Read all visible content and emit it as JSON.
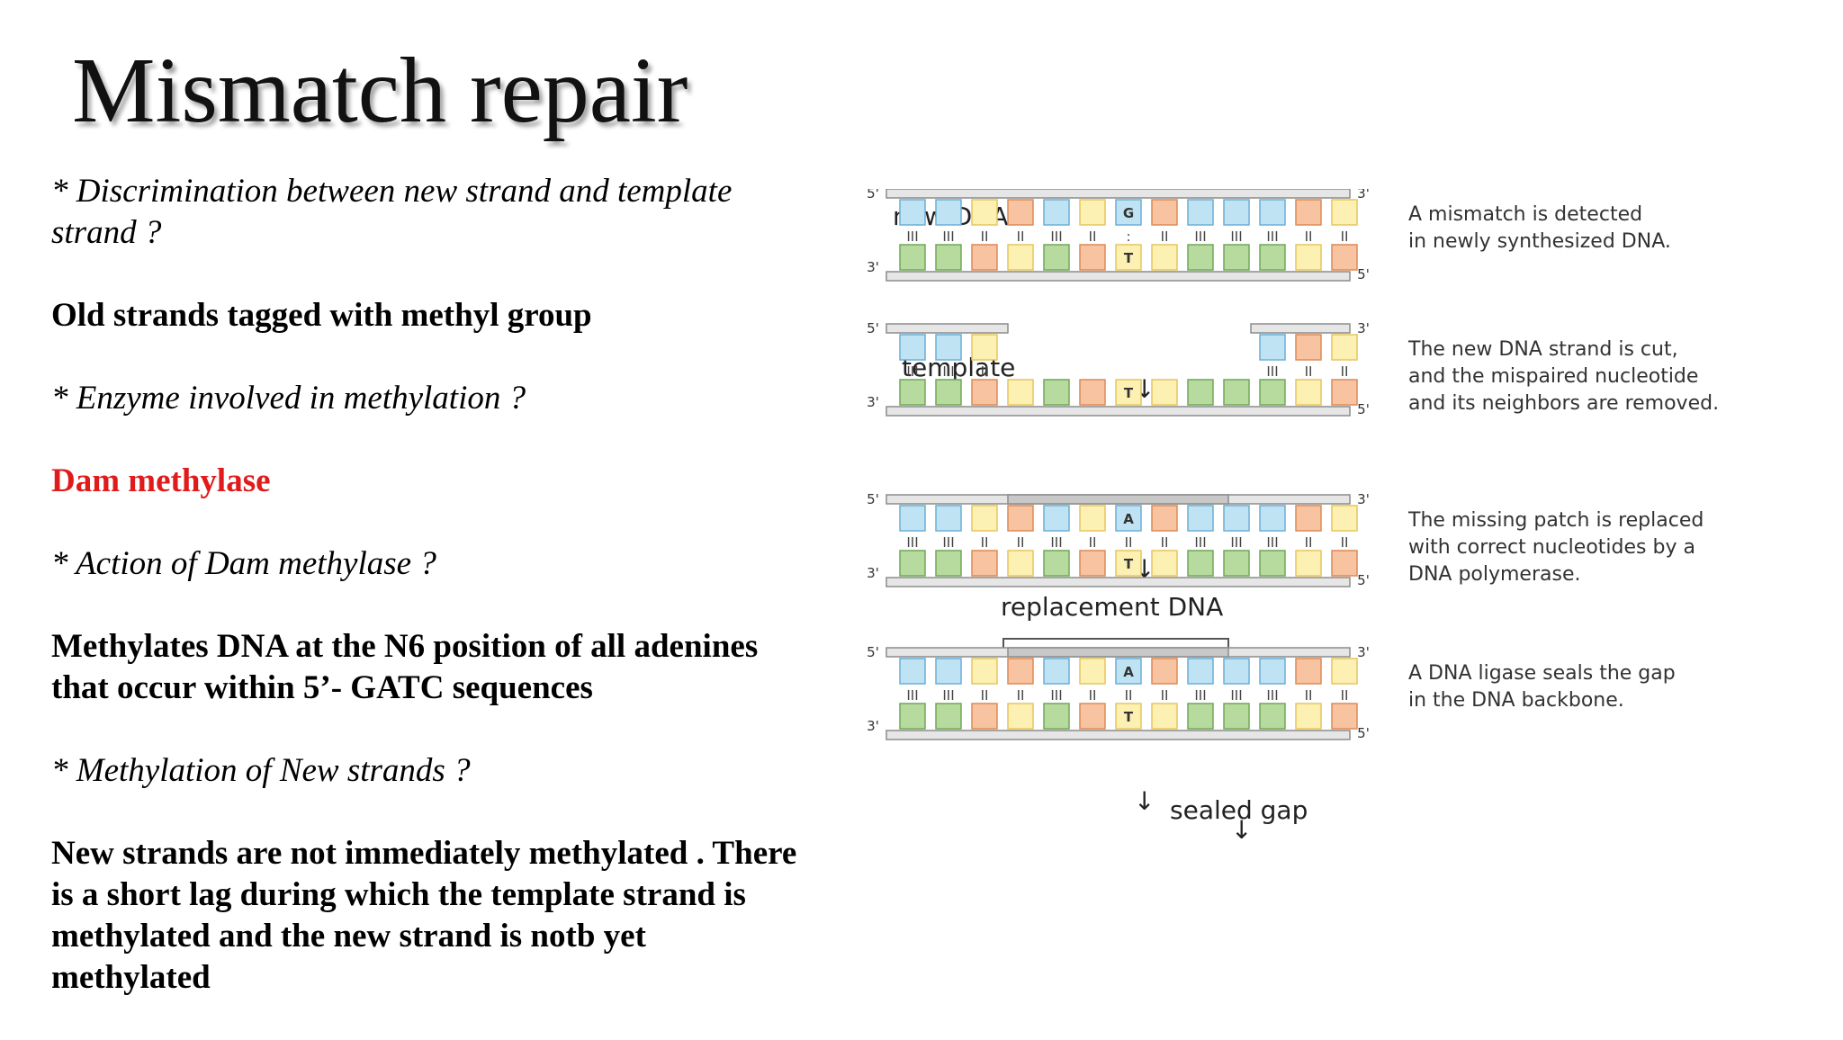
{
  "title": "Mismatch repair",
  "content": {
    "q1": "* Discrimination between new strand and template strand ?",
    "a1": "Old strands tagged with methyl group",
    "q2": "* Enzyme involved in methylation ?",
    "a2": "Dam methylase",
    "q3": "* Action of Dam methylase ?",
    "a3": "Methylates DNA at the N6 position of all adenines that occur within 5’- GATC sequences",
    "q4": "* Methylation of New strands ?",
    "a4": "New strands are not immediately methylated . There is a short lag during which the template strand is methylated and the new strand is notb yet methylated"
  },
  "diagram": {
    "labels": {
      "new_dna": "new DNA",
      "template": "template",
      "replacement_dna": "replacement DNA",
      "sealed_gap": "sealed gap",
      "arrow": "↓"
    },
    "ends": {
      "five": "5'",
      "three": "3'"
    },
    "bases": {
      "mismatch_top": "G",
      "mismatch_bottom": "T",
      "correct_top": "A"
    },
    "bonds": [
      "III",
      "III",
      "II",
      "II",
      "III",
      "II",
      ":",
      "II",
      "III",
      "III",
      "III",
      "II",
      "II"
    ],
    "steps": [
      {
        "text": [
          "A mismatch is detected",
          "in newly synthesized DNA."
        ]
      },
      {
        "text": [
          "The new DNA strand is cut,",
          "and the mispaired nucleotide",
          "and its neighbors are removed."
        ]
      },
      {
        "text": [
          "The missing patch is replaced",
          "with correct nucleotides by a",
          "DNA polymerase."
        ]
      },
      {
        "text": [
          "A DNA ligase seals the gap",
          "in the DNA backbone."
        ]
      }
    ],
    "colors": {
      "blue": "#bfe3f3",
      "blue_border": "#6aaed6",
      "yellow": "#fdf0b3",
      "yellow_border": "#e6c65c",
      "orange": "#f7c3a1",
      "orange_border": "#dd8a55",
      "green": "#b7db9e",
      "green_border": "#6fa856",
      "backbone": "#e6e6e6",
      "backbone_border": "#8c8c8c",
      "patch": "#c8c8c8"
    }
  }
}
